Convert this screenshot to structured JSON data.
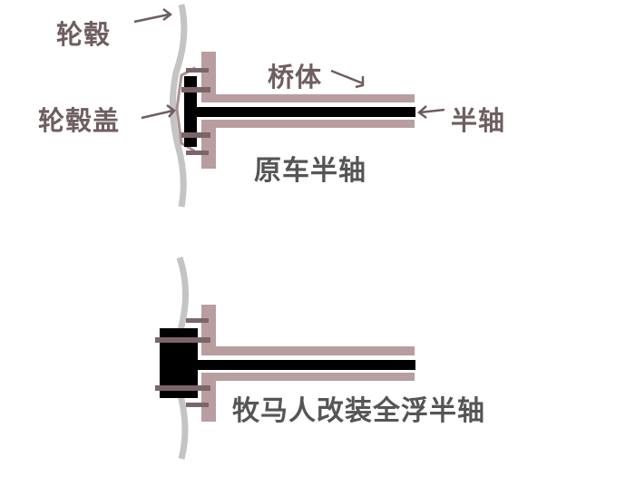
{
  "labels": {
    "hub": "轮毂",
    "bridge": "桥体",
    "hub_cap": "轮毂盖",
    "half_shaft": "半轴",
    "original_caption": "原车半轴",
    "modified_caption": "牧马人改装全浮半轴"
  },
  "colors": {
    "hub": "#c4c4c4",
    "housing": "#b89ea0",
    "bolt": "#7b6569",
    "axle": "#000000",
    "text": "#6e5e60"
  }
}
